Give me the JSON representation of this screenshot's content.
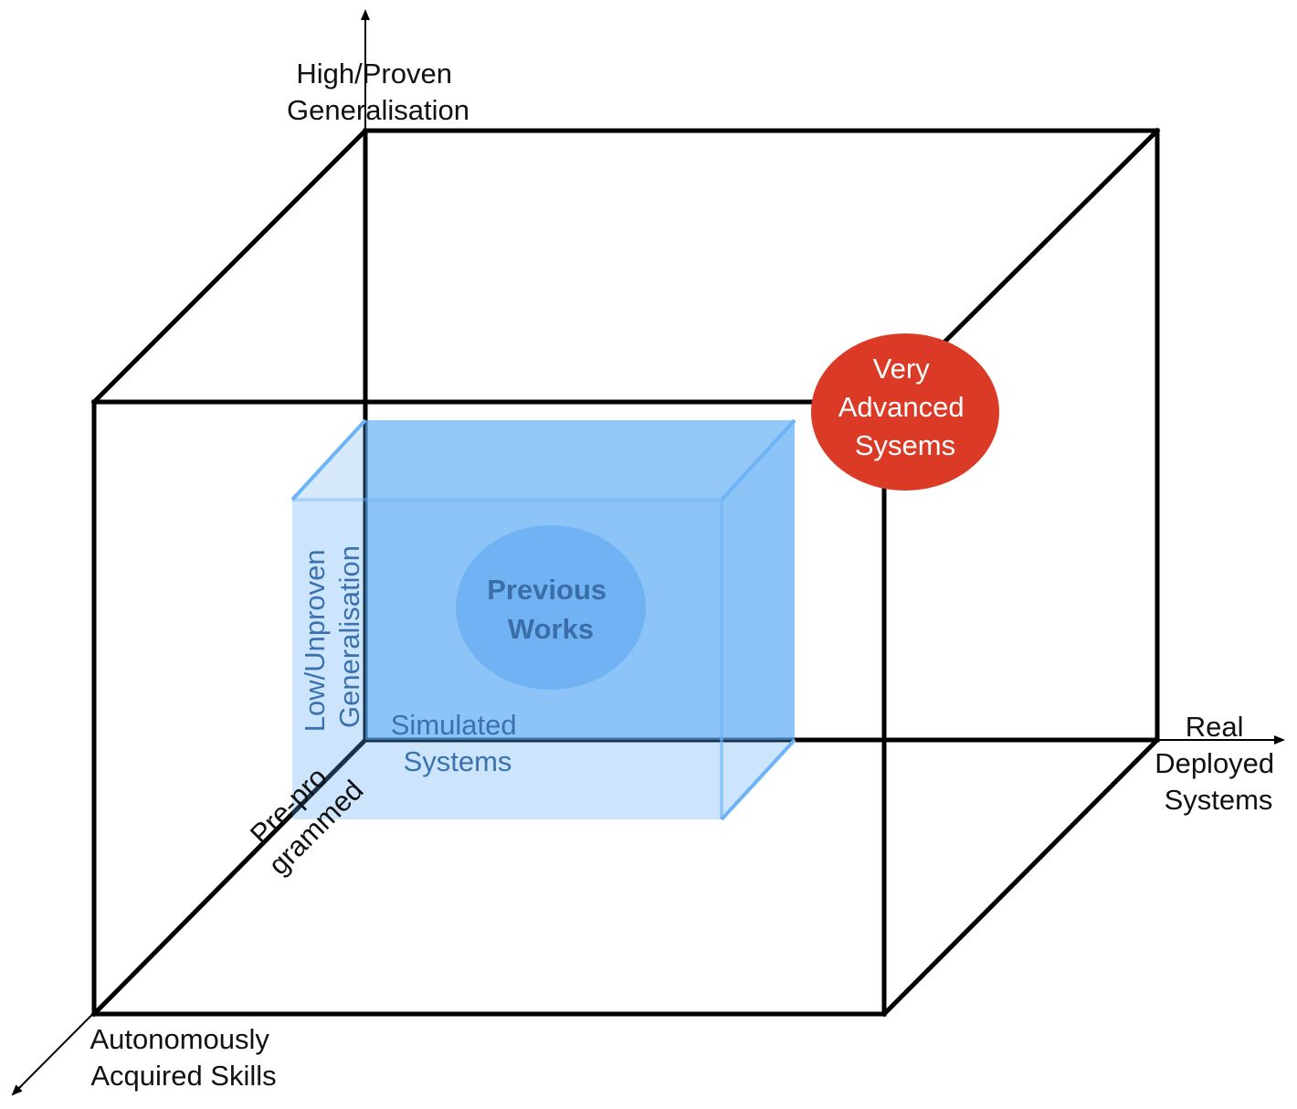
{
  "colors": {
    "line": "#000000",
    "region_fill": "#5aaaf5",
    "region_edge": "#6db4f7",
    "region_text": "#3a72b0",
    "bubble_fill": "#db3b26",
    "bubble_text": "#ffffff",
    "prev_fill": "#5aa4f0",
    "prev_text": "#3b6ea8"
  },
  "axes": {
    "generalisation_high": [
      "High/Proven",
      "Generalisation"
    ],
    "generalisation_low": [
      "Low/Unproven",
      "Generalisation"
    ],
    "deployment_real": [
      "Real",
      "Deployed",
      "Systems"
    ],
    "deployment_simulated": [
      "Simulated",
      "Systems"
    ],
    "skills_autonomous": [
      "Autonomously",
      "Acquired Skills"
    ],
    "skills_preprogrammed": [
      "Pre-pro",
      "grammed"
    ]
  },
  "regions": {
    "previous_works": [
      "Previous",
      "Works"
    ],
    "very_advanced": [
      "Very",
      "Advanced",
      "Sysems"
    ]
  }
}
